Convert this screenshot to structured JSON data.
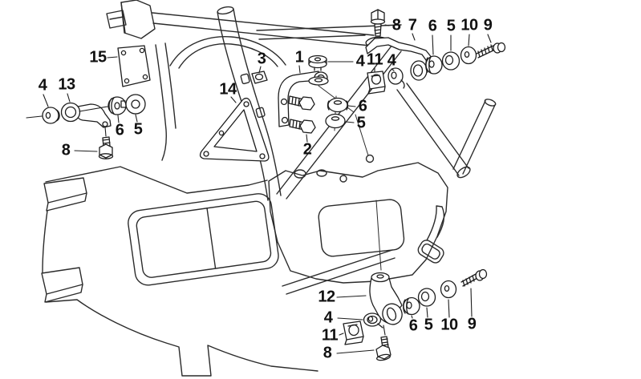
{
  "diagram": {
    "background_color": "#ffffff",
    "line_color": "#1d1d1d",
    "callouts": [
      {
        "text": "15"
      },
      {
        "text": "4"
      },
      {
        "text": "13"
      },
      {
        "text": "6"
      },
      {
        "text": "5"
      },
      {
        "text": "8"
      },
      {
        "text": "14"
      },
      {
        "text": "3"
      },
      {
        "text": "1"
      },
      {
        "text": "4"
      },
      {
        "text": "11"
      },
      {
        "text": "4"
      },
      {
        "text": "8"
      },
      {
        "text": "7"
      },
      {
        "text": "6"
      },
      {
        "text": "5"
      },
      {
        "text": "10"
      },
      {
        "text": "9"
      },
      {
        "text": "6"
      },
      {
        "text": "5"
      },
      {
        "text": "2"
      },
      {
        "text": "12"
      },
      {
        "text": "4"
      },
      {
        "text": "11"
      },
      {
        "text": "8"
      },
      {
        "text": "6"
      },
      {
        "text": "5"
      },
      {
        "text": "10"
      },
      {
        "text": "9"
      }
    ]
  }
}
